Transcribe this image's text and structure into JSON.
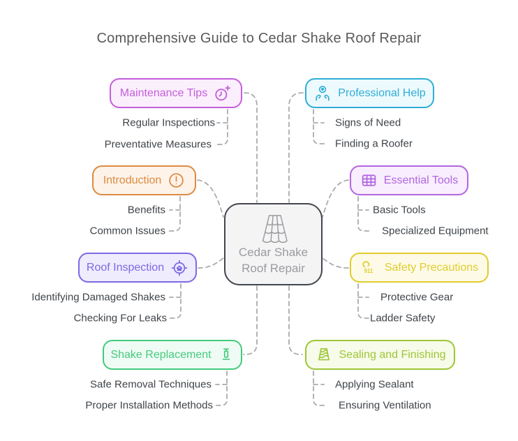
{
  "title": "Comprehensive Guide to Cedar Shake Roof Repair",
  "title_color": "#58595b",
  "connector_color": "#aaabac",
  "sub_label_color": "#3f4449",
  "center": {
    "lines": [
      "Cedar Shake",
      "Roof Repair"
    ],
    "icon": "roof-tiles-icon",
    "border_color": "#42464d",
    "bg": "#f4f4f5",
    "text_color": "#9b9ba0"
  },
  "branches": [
    {
      "label": "Maintenance Tips",
      "icon": "clock-plus-icon",
      "color": "#c55edb",
      "bg": "#fbeffd",
      "children": [
        "Regular Inspections",
        "Preventative Measures"
      ]
    },
    {
      "label": "Professional Help",
      "icon": "hands-heart-icon",
      "color": "#2fadd6",
      "bg": "#edfafd",
      "children": [
        "Signs of Need",
        "Finding a Roofer"
      ]
    },
    {
      "label": "Introduction",
      "icon": "alert-circle-icon",
      "color": "#dd8b42",
      "bg": "#fdf3e9",
      "children": [
        "Benefits",
        "Common Issues"
      ]
    },
    {
      "label": "Essential Tools",
      "icon": "table-icon",
      "color": "#b266e0",
      "bg": "#f8eefd",
      "children": [
        "Basic Tools",
        "Specialized Equipment"
      ]
    },
    {
      "label": "Roof Inspection",
      "icon": "house-target-icon",
      "color": "#7f68e4",
      "bg": "#efecfd",
      "children": [
        "Identifying Damaged Shakes",
        "Checking For Leaks"
      ]
    },
    {
      "label": "Safety Precautions",
      "icon": "emergency-phone-icon",
      "color": "#e0cb30",
      "bg": "#fdfbe7",
      "children": [
        "Protective Gear",
        "Ladder Safety"
      ]
    },
    {
      "label": "Shake Replacement",
      "icon": "chess-piece-icon",
      "color": "#45ca7d",
      "bg": "#effcf5",
      "children": [
        "Safe Removal Techniques",
        "Proper Installation Methods"
      ]
    },
    {
      "label": "Sealing and Finishing",
      "icon": "woven-texture-icon",
      "color": "#9dc636",
      "bg": "#f7fbe9",
      "children": [
        "Applying Sealant",
        "Ensuring Ventilation"
      ]
    }
  ]
}
